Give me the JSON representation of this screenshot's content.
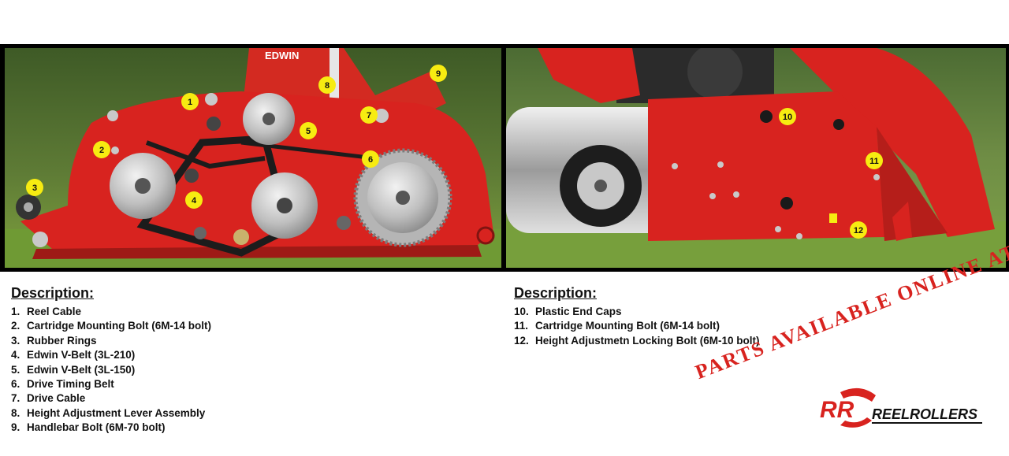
{
  "callouts": [
    "1",
    "2",
    "3",
    "4",
    "5",
    "6",
    "7",
    "8",
    "9",
    "10",
    "11",
    "12"
  ],
  "photo_left_brand": "EDWIN",
  "description_left": {
    "heading": "Description:",
    "items": [
      {
        "num": "1.",
        "label": "Reel Cable"
      },
      {
        "num": "2.",
        "label": "Cartridge Mounting Bolt (6M-14 bolt)"
      },
      {
        "num": "3.",
        "label": "Rubber Rings"
      },
      {
        "num": "4.",
        "label": "Edwin V-Belt (3L-210)"
      },
      {
        "num": "5.",
        "label": "Edwin V-Belt (3L-150)"
      },
      {
        "num": "6.",
        "label": "Drive Timing Belt"
      },
      {
        "num": "7.",
        "label": "Drive Cable"
      },
      {
        "num": "8.",
        "label": "Height Adjustment Lever Assembly"
      },
      {
        "num": "9.",
        "label": "Handlebar Bolt (6M-70 bolt)"
      }
    ]
  },
  "description_right": {
    "heading": "Description:",
    "items": [
      {
        "num": "10.",
        "label": "Plastic End Caps"
      },
      {
        "num": "11.",
        "label": "Cartridge Mounting Bolt (6M-14 bolt)"
      },
      {
        "num": "12.",
        "label": "Height Adjustmetn Locking Bolt (6M-10 bolt)"
      }
    ]
  },
  "promo_text": "PARTS AVAILABLE ONLINE AT",
  "logo": {
    "mark": "RR",
    "wordmark": "REELROLLERS"
  },
  "colors": {
    "mower_red": "#d8231f",
    "callout_yellow": "#f7ec11",
    "stamp_red": "#d8231f"
  }
}
